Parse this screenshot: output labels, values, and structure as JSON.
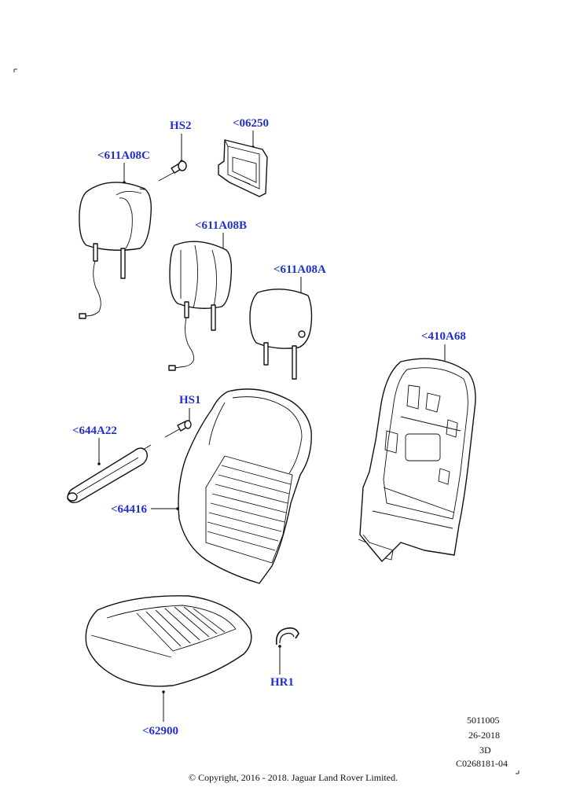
{
  "labels": {
    "hs2": "HS2",
    "p06250": "<06250",
    "p611a08c": "<611A08C",
    "p611a08b": "<611A08B",
    "p611a08a": "<611A08A",
    "p410a68": "<410A68",
    "hs1": "HS1",
    "p644a22": "<644A22",
    "p64416": "<64416",
    "hr1": "HR1",
    "p62900": "<62900"
  },
  "meta": {
    "line1": "5011005",
    "line2": "26-2018",
    "line3": "3D",
    "line4": "C0268181-04"
  },
  "footer": {
    "copyright": "© Copyright, 2016 - 2018. Jaguar Land Rover Limited."
  },
  "colors": {
    "label": "#1f2fd0",
    "line": "#111111"
  }
}
